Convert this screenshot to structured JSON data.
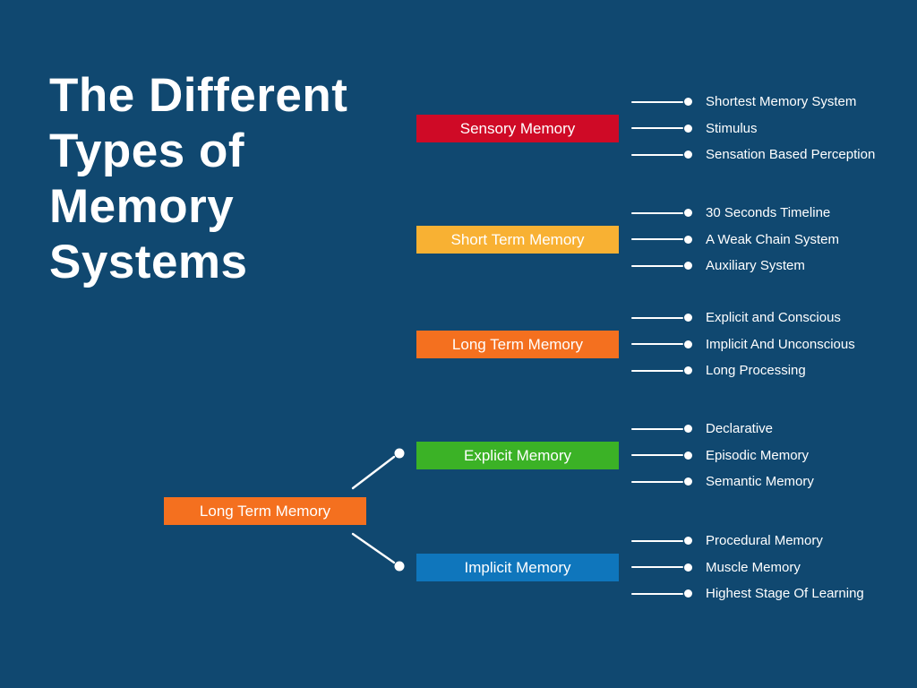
{
  "title": {
    "lines": [
      "The Different",
      "Types of",
      "Memory",
      "Systems"
    ]
  },
  "colors": {
    "background": "#104870",
    "sensory": "#CF0A26",
    "short_term": "#F8B133",
    "long_term": "#F4701F",
    "explicit": "#3BB226",
    "implicit": "#0F76BC",
    "connector": "#FFFFFF",
    "text": "#FFFFFF"
  },
  "groups": [
    {
      "label": "Sensory Memory",
      "color": "#CF0A26",
      "items": [
        "Shortest Memory System",
        "Stimulus",
        "Sensation Based Perception"
      ]
    },
    {
      "label": "Short Term Memory",
      "color": "#F8B133",
      "items": [
        "30 Seconds Timeline",
        "A Weak Chain System",
        "Auxiliary System"
      ]
    },
    {
      "label": "Long Term Memory",
      "color": "#F4701F",
      "items": [
        "Explicit and Conscious",
        "Implicit And Unconscious",
        "Long Processing"
      ]
    },
    {
      "label": "Explicit Memory",
      "color": "#3BB226",
      "items": [
        "Declarative",
        "Episodic Memory",
        "Semantic Memory"
      ]
    },
    {
      "label": "Implicit Memory",
      "color": "#0F76BC",
      "items": [
        "Procedural Memory",
        "Muscle Memory",
        "Highest Stage Of Learning"
      ]
    }
  ],
  "parent_node": {
    "label": "Long Term Memory",
    "color": "#F4701F"
  }
}
